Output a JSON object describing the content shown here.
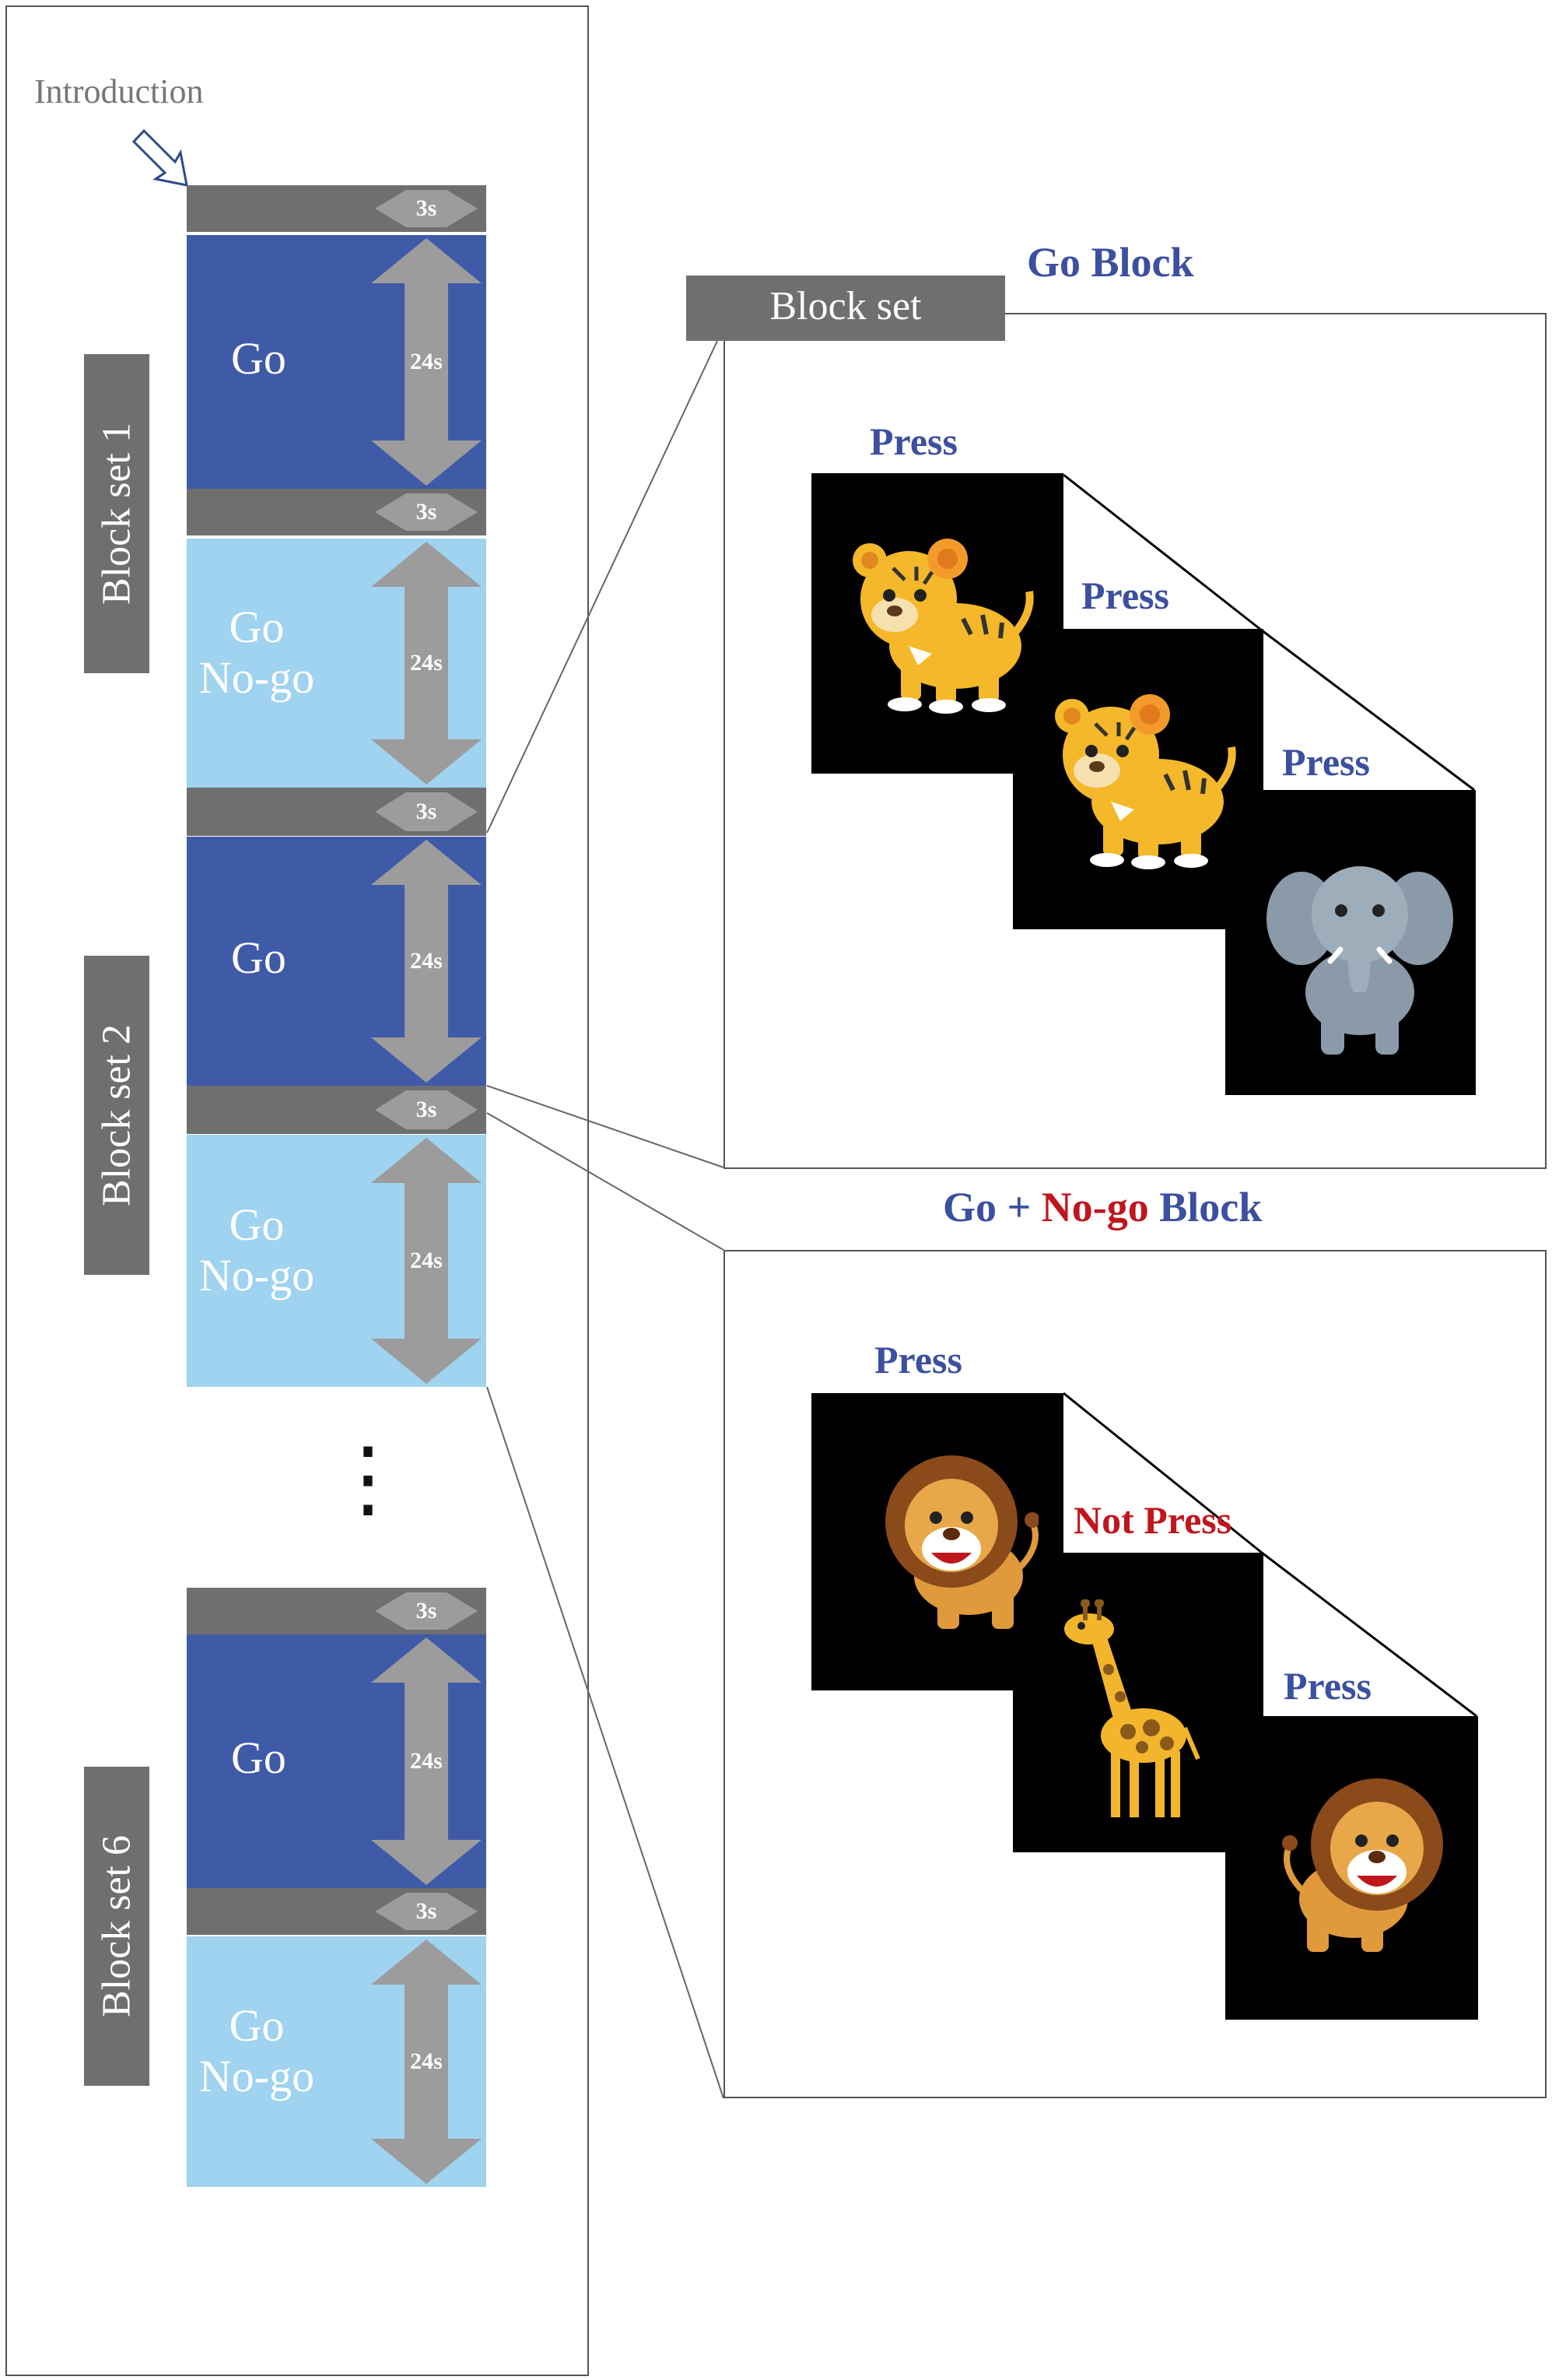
{
  "intro_label": "Introduction",
  "rest_duration": "3s",
  "task_duration": "24s",
  "go_label": "Go",
  "gonogo_label_line1": "Go",
  "gonogo_label_line2": "No-go",
  "ellipsis": "⋮",
  "block_sets": [
    {
      "label": "Block set 1"
    },
    {
      "label": "Block set 2"
    },
    {
      "label": "Block set 6"
    }
  ],
  "block_set_tab": "Block set",
  "go_block": {
    "title": "Go  Block",
    "trials": [
      {
        "label": "Press",
        "animal": "tiger"
      },
      {
        "label": "Press",
        "animal": "tiger"
      },
      {
        "label": "Press",
        "animal": "elephant"
      }
    ]
  },
  "gonogo_block": {
    "title_part1": "Go + ",
    "title_part2": "No-go",
    "title_part3": " Block",
    "trials": [
      {
        "label": "Press",
        "animal": "lion"
      },
      {
        "label": "Not Press",
        "animal": "giraffe"
      },
      {
        "label": "Press",
        "animal": "lion"
      }
    ]
  },
  "colors": {
    "go_block": "#3f5aa6",
    "gonogo_block": "#9fd3ef",
    "rest_bar": "#6f6f6f",
    "press_text": "#3c4fa0",
    "nopress_text": "#c0161e"
  }
}
